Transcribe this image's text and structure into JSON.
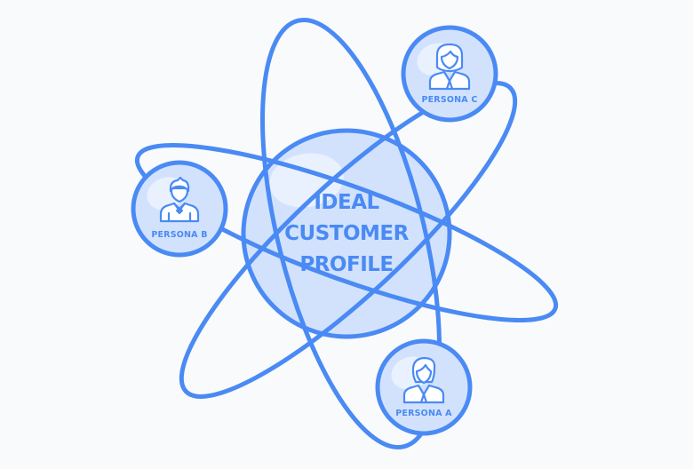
{
  "diagram": {
    "center": {
      "lines": [
        "IDEAL",
        "CUSTOMER",
        "PROFILE"
      ]
    },
    "personas": [
      {
        "id": "a",
        "label": "PERSONA A",
        "icon": "woman-user-icon"
      },
      {
        "id": "b",
        "label": "PERSONA B",
        "icon": "man-user-icon"
      },
      {
        "id": "c",
        "label": "PERSONA C",
        "icon": "woman-user-icon"
      }
    ],
    "colors": {
      "stroke": "#4a8af4",
      "fill": "#d2e2fd",
      "highlight": "#eaf1fe",
      "background": "#f9fafb"
    }
  }
}
